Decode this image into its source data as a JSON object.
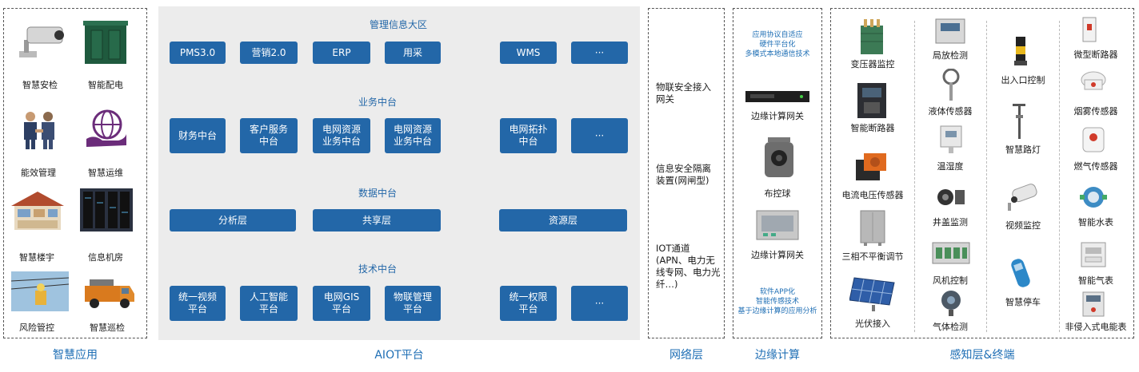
{
  "smart_apps": {
    "caption": "智慧应用",
    "items": [
      "智慧安检",
      "智能配电",
      "能效管理",
      "智慧运维",
      "智慧楼宇",
      "信息机房",
      "风险管控",
      "智慧巡检"
    ]
  },
  "aiot": {
    "caption": "AIOT平台",
    "sections": [
      {
        "title": "管理信息大区",
        "buttons": [
          "PMS3.0",
          "营销2.0",
          "ERP",
          "用采",
          "WMS",
          "···"
        ]
      },
      {
        "title": "业务中台",
        "buttons": [
          "财务中台",
          "客户服务\n中台",
          "电网资源\n业务中台",
          "电网资源\n业务中台",
          "电网拓扑\n中台",
          "···"
        ]
      },
      {
        "title": "数据中台",
        "buttons": [
          "分析层",
          "共享层",
          "资源层"
        ]
      },
      {
        "title": "技术中台",
        "buttons": [
          "统一视频\n平台",
          "人工智能\n平台",
          "电网GIS\n平台",
          "物联管理\n平台",
          "统一权限\n平台",
          "···"
        ]
      }
    ]
  },
  "network": {
    "caption": "网络层",
    "items": [
      "物联安全接入\n网关",
      "信息安全隔离\n装置(网闸型)",
      "IOT通道\n(APN、电力无\n线专网、电力光\n纤…)"
    ]
  },
  "edge": {
    "caption": "边缘计算",
    "top_text": "应用协议自适应\n硬件平台化\n多模式本地通信技术",
    "items": [
      "边缘计算网关",
      "布控球",
      "边缘计算网关"
    ],
    "bottom_text": "软件APP化\n智能传感技术\n基于边缘计算的应用分析"
  },
  "sensing": {
    "caption": "感知层&终端",
    "col1": [
      "变压器监控",
      "智能断路器",
      "电流电压传感器",
      "三相不平衡调节",
      "光伏接入"
    ],
    "col2": [
      "局放检测",
      "液体传感器",
      "温湿度",
      "井盖监测",
      "风机控制",
      "气体检测"
    ],
    "col3": [
      "出入口控制",
      "智慧路灯",
      "视频监控",
      "智慧停车"
    ],
    "col4": [
      "微型断路器",
      "烟雾传感器",
      "燃气传感器",
      "智能水表",
      "智能气表",
      "非侵入式电能表"
    ]
  },
  "colors": {
    "accent": "#2367a8",
    "caption": "#1f6fb5",
    "panel": "#ececec"
  }
}
